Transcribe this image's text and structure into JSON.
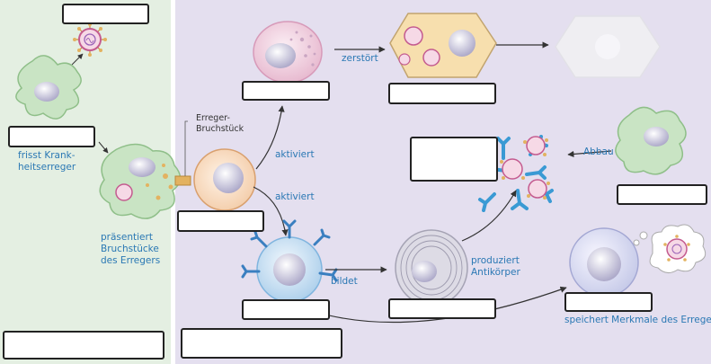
{
  "labels": {
    "frisst_line1": "frisst Krank-",
    "frisst_line2": "heitserreger",
    "praes_line1": "präsentiert",
    "praes_line2": "Bruchstücke",
    "praes_line3": "des Erregers",
    "erreger_line1": "Erreger-",
    "erreger_line2": "Bruchstück",
    "aktiviert_upper": "aktiviert",
    "aktiviert_lower": "aktiviert",
    "zerstoert": "zerstört",
    "abbau": "Abbau",
    "bildet": "bildet",
    "produziert_line1": "produziert",
    "produziert_line2": "Antikörper",
    "speichert": "speichert Merkmale des Erregers"
  },
  "colors": {
    "panel_left": "#e4efe2",
    "panel_right": "#e4dfef",
    "label_blue": "#2a78b4",
    "arrow": "#333333",
    "box_border": "#222222"
  },
  "icons": [
    "virus-icon",
    "macrophage-icon",
    "t-helper-cell-icon",
    "killer-t-cell-icon",
    "infected-cell-icon",
    "destroyed-cell-icon",
    "b-cell-icon",
    "plasma-cell-icon",
    "memory-cell-icon",
    "antibody-icon"
  ]
}
